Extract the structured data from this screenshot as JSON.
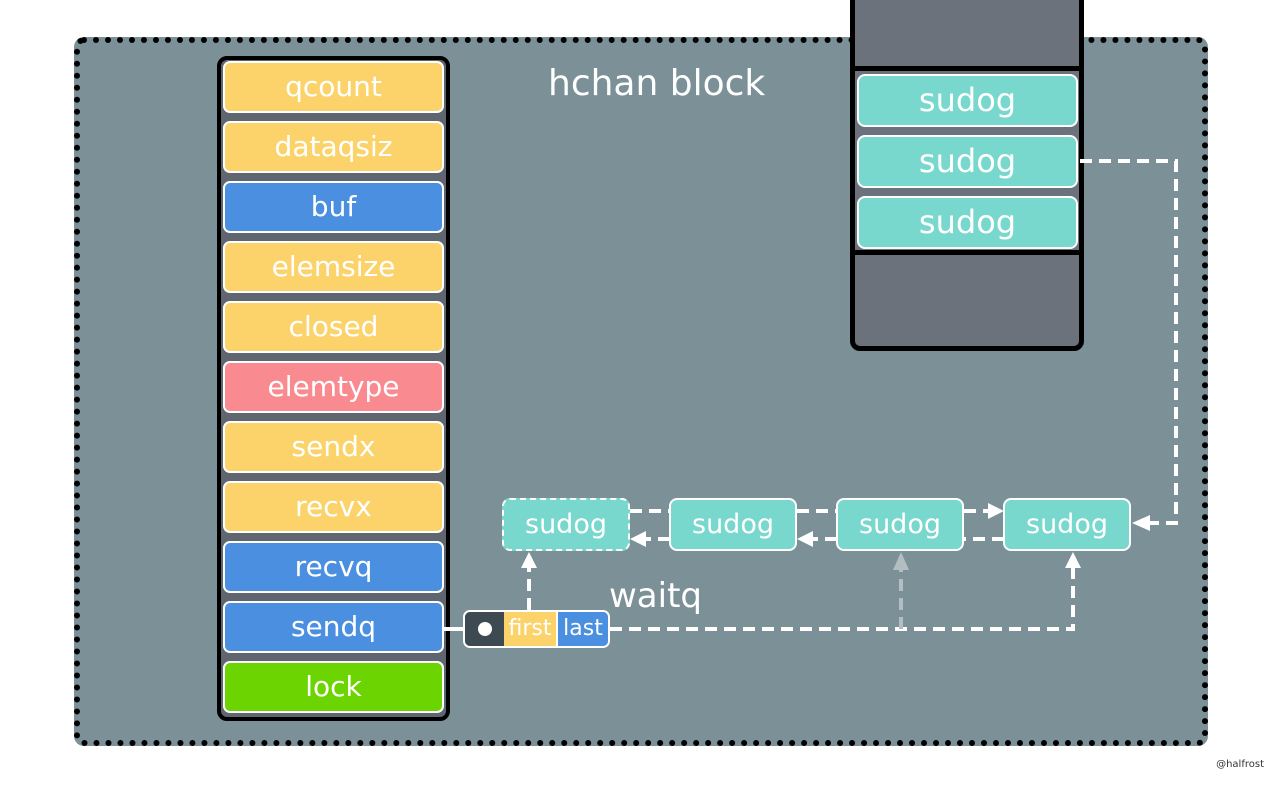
{
  "diagram": {
    "block_label": "hchan block",
    "fields": [
      {
        "label": "qcount",
        "color": "#fbd36a"
      },
      {
        "label": "dataqsiz",
        "color": "#fbd36a"
      },
      {
        "label": "buf",
        "color": "#4a8fe0"
      },
      {
        "label": "elemsize",
        "color": "#fbd36a"
      },
      {
        "label": "closed",
        "color": "#fbd36a"
      },
      {
        "label": "elemtype",
        "color": "#f98a8f"
      },
      {
        "label": "sendx",
        "color": "#fbd36a"
      },
      {
        "label": "recvx",
        "color": "#fbd36a"
      },
      {
        "label": "recvq",
        "color": "#4a8fe0"
      },
      {
        "label": "sendq",
        "color": "#4a8fe0"
      },
      {
        "label": "lock",
        "color": "#6cd400"
      }
    ],
    "stack_sudogs": [
      "sudog",
      "sudog",
      "sudog"
    ],
    "waitq_label": "waitq",
    "waitq_sudogs": [
      "sudog",
      "sudog",
      "sudog",
      "sudog"
    ],
    "waitq_first": "first",
    "waitq_last": "last"
  },
  "credit": "@halfrost"
}
